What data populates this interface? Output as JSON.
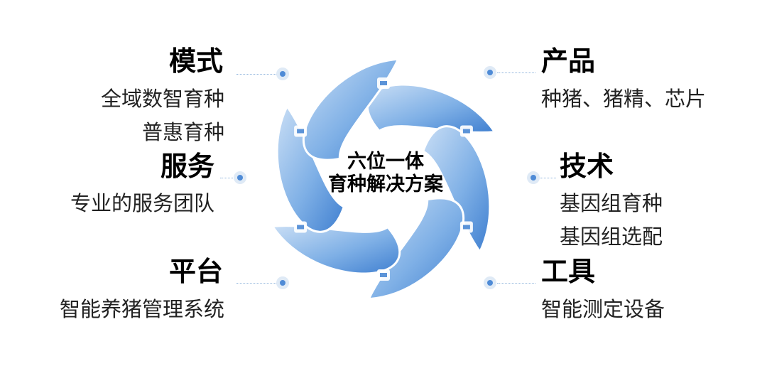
{
  "center": {
    "line1": "六位一体",
    "line2": "育种解决方案"
  },
  "items": [
    {
      "id": "model",
      "title": "模式",
      "lines": [
        "全域数智育种",
        "普惠育种"
      ]
    },
    {
      "id": "service",
      "title": "服务",
      "lines": [
        "专业的服务团队"
      ]
    },
    {
      "id": "platform",
      "title": "平台",
      "lines": [
        "智能养猪管理系统"
      ]
    },
    {
      "id": "product",
      "title": "产品",
      "lines": [
        "种猪、猪精、芯片"
      ]
    },
    {
      "id": "tech",
      "title": "技术",
      "lines": [
        "基因组育种",
        "基因组选配"
      ]
    },
    {
      "id": "tool",
      "title": "工具",
      "lines": [
        "智能测定设备"
      ]
    }
  ],
  "colors": {
    "blade_dark": "#3f7fd0",
    "blade_light": "#b9d4f1",
    "dot": "#4f8bd6"
  },
  "icons": [
    "chart-icon",
    "apps-icon",
    "clipboard-icon",
    "users-icon",
    "location-icon",
    "document-icon"
  ]
}
